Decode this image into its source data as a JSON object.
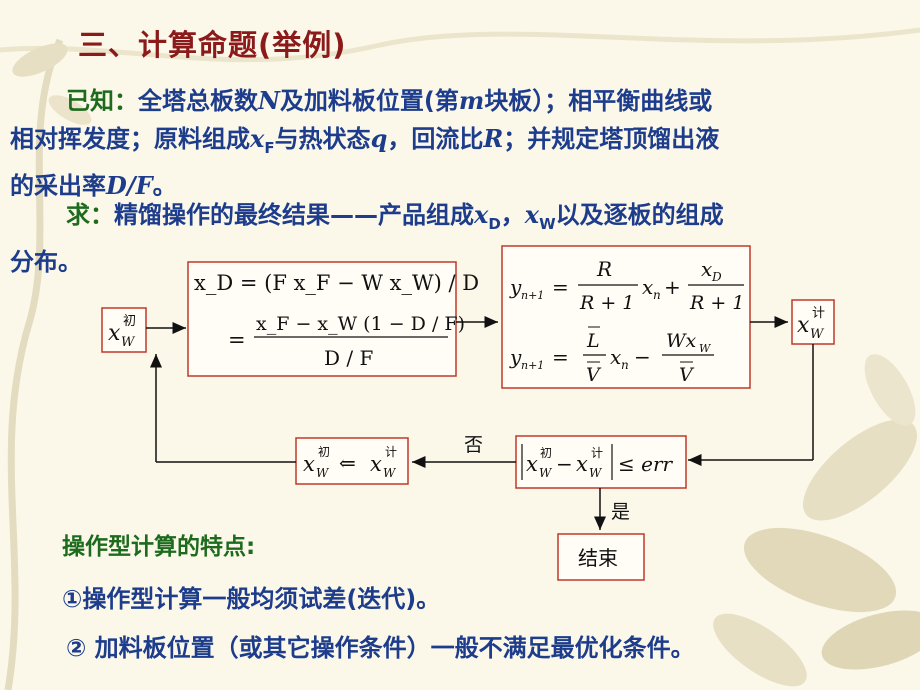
{
  "slide": {
    "title": "三、计算命题(举例)",
    "known": {
      "label": "已知：",
      "t1": "全塔总板数",
      "N": "N",
      "t2": "及加料板位置(第",
      "m": "m",
      "t3": "块板）；相平衡曲线或",
      "t4": "相对挥发度；原料组成",
      "xF": "x",
      "xF_sub": "F",
      "t5": "与热状态",
      "q": "q",
      "t6": "，回流比",
      "R": "R",
      "t7": "；并规定塔顶馏出液",
      "t8": "的采出率",
      "DF": "D/F",
      "t9": "。"
    },
    "seek": {
      "label": "求：",
      "t1": "精馏操作的最终结果——产品组成",
      "xD": "x",
      "xD_sub": "D",
      "comma": "，",
      "xW": "x",
      "xW_sub": "W",
      "t2": "以及逐板的组成",
      "t3": "分布。"
    },
    "flow": {
      "start_x": "x",
      "start_sub": "W",
      "start_sup": "初",
      "eq1_line1": "x_D = (F x_F − W x_W) / D",
      "eq1_line2_num": "x_F − x_W (1 − D / F)",
      "eq1_line2_den": "D / F",
      "op_eq": "=",
      "y_n1": "y",
      "n1": "n+1",
      "R": "R",
      "R1": "R + 1",
      "xn": "x",
      "n": "n",
      "xD": "x",
      "D": "D",
      "Lbar": "L",
      "Vbar": "V",
      "WxW": "Wx",
      "W": "W",
      "plus": "+",
      "minus": "−",
      "calc_sup": "计",
      "compare_rhs": "≤ err",
      "no_label": "否",
      "yes_label": "是",
      "assign_arrow": "⇐",
      "end_label": "结束"
    },
    "features_heading": "操作型计算的特点:",
    "feature1": "①操作型计算一般均须试差(迭代)。",
    "feature2": "② 加料板位置（或其它操作条件）一般不满足最优化条件。"
  },
  "colors": {
    "title": "#8b1a1a",
    "body_text": "#1d3c8c",
    "label_green": "#1d6b1d",
    "box_border": "#c0392b",
    "line": "#111111"
  }
}
